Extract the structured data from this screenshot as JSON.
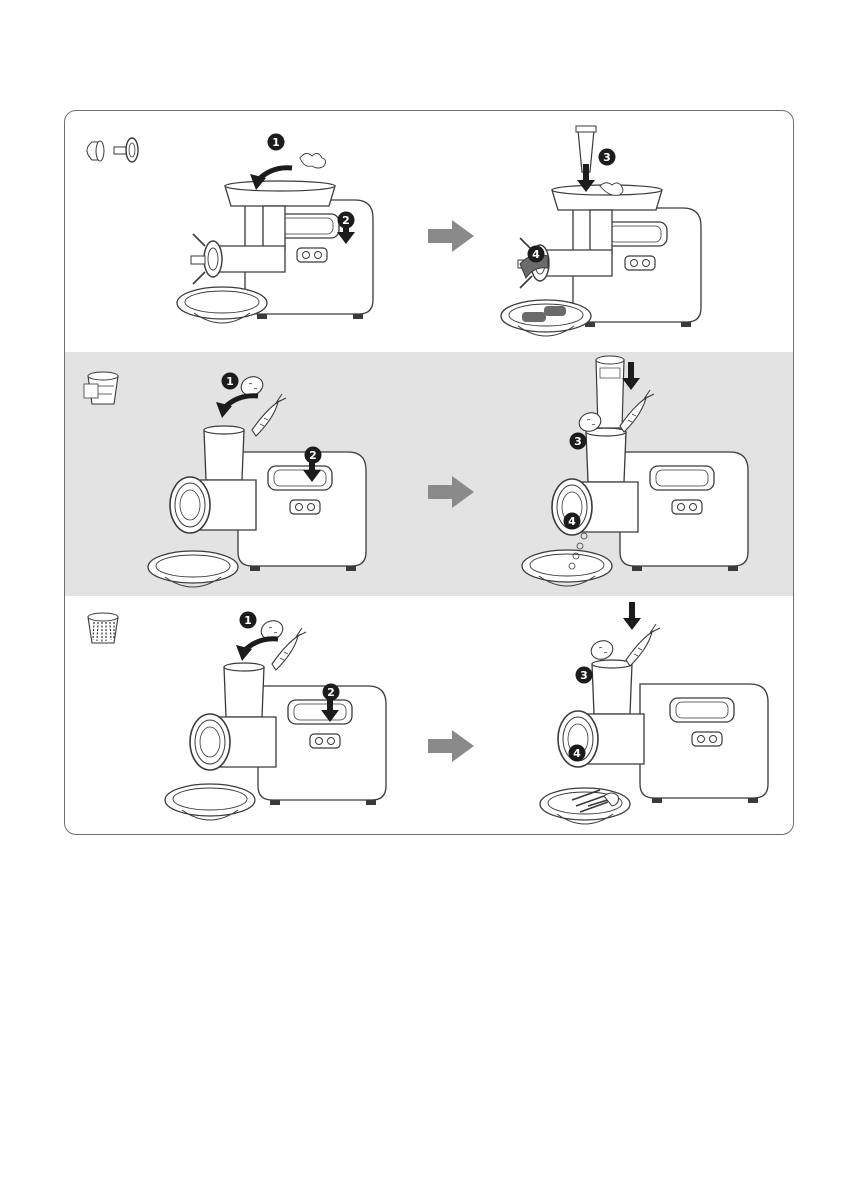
{
  "colors": {
    "frame_border": "#6e6e6e",
    "band_gray": "#e3e3e3",
    "arrow_gray": "#8a8a8a",
    "line_dark": "#3a3a3a",
    "badge_fill": "#1c1c1c",
    "badge_text": "#ffffff"
  },
  "rows": [
    {
      "name": "mincer",
      "accessory_icon": "mincing-plate-and-screw-icon",
      "left_steps": [
        "1",
        "2"
      ],
      "right_steps": [
        "3",
        "4"
      ]
    },
    {
      "name": "slicer",
      "accessory_icon": "slicing-cone-icon",
      "left_steps": [
        "1",
        "2"
      ],
      "right_steps": [
        "3",
        "4"
      ]
    },
    {
      "name": "shredder",
      "accessory_icon": "shredding-cone-icon",
      "left_steps": [
        "1",
        "2"
      ],
      "right_steps": [
        "3",
        "4"
      ]
    }
  ]
}
